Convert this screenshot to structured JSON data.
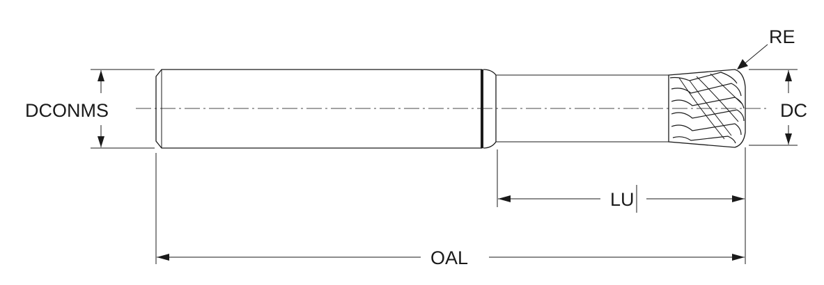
{
  "labels": {
    "dconms": "DCONMS",
    "re": "RE",
    "dc": "DC",
    "lu": "LU",
    "oal": "OAL"
  },
  "colors": {
    "line": "#1a1a1a",
    "background": "#ffffff"
  }
}
